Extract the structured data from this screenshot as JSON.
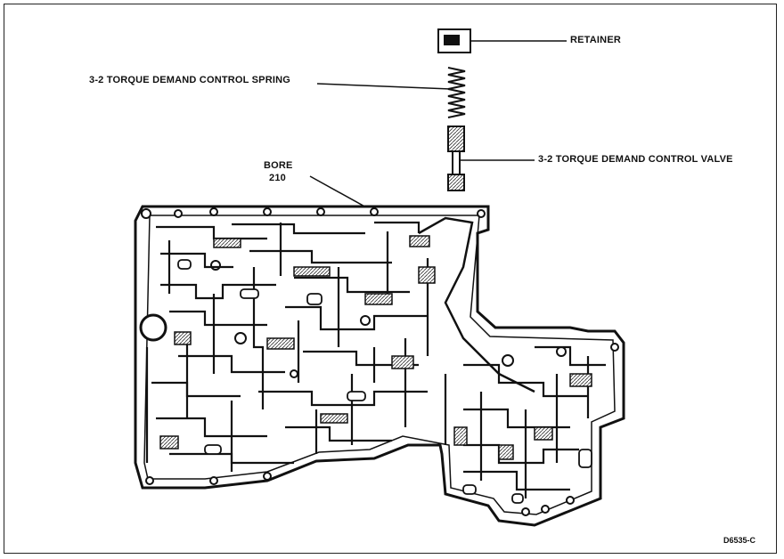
{
  "labels": {
    "retainer": "RETAINER",
    "spring": "3-2 TORQUE DEMAND CONTROL SPRING",
    "valve": "3-2 TORQUE DEMAND CONTROL VALVE",
    "bore_line1": "BORE",
    "bore_line2": "210"
  },
  "figure_code": "D6535-C",
  "colors": {
    "ink": "#111111",
    "paper": "#ffffff"
  }
}
